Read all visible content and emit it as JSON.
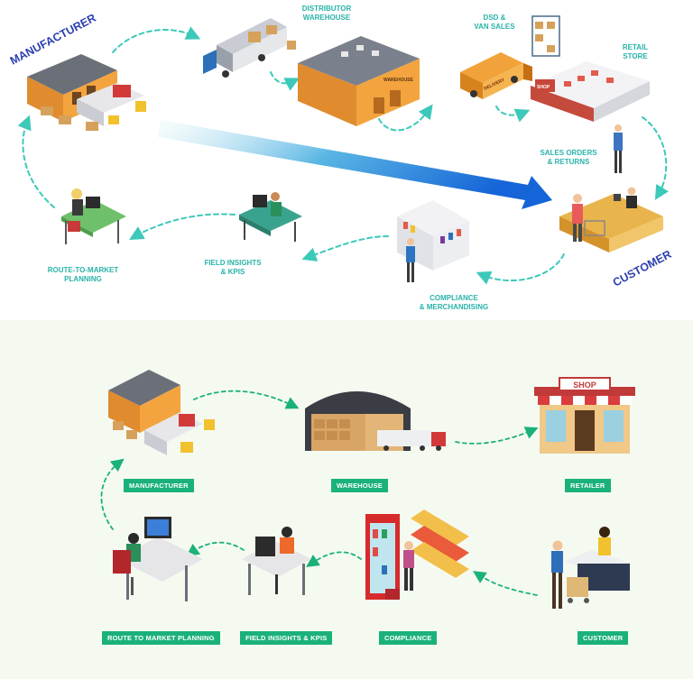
{
  "top_diagram": {
    "manufacturer": "MANUFACTURER",
    "customer": "CUSTOMER",
    "distributor_warehouse": [
      "DISTRIBUTOR",
      "WAREHOUSE"
    ],
    "dsd_van_sales": [
      "DSD &",
      "VAN SALES"
    ],
    "retail_store": [
      "RETAIL",
      "STORE"
    ],
    "sales_orders_returns": [
      "SALES ORDERS",
      "& RETURNS"
    ],
    "compliance_merchandising": [
      "COMPLIANCE",
      "& MERCHANDISING"
    ],
    "field_insights_kpis": [
      "FIELD INSIGHTS",
      "& KPIS"
    ],
    "route_to_market_planning": [
      "ROUTE-TO-MARKET",
      "PLANNING"
    ],
    "truck_text": "DELIVERY",
    "warehouse_sign": "WAREHOUSE",
    "store_sign": "SHOP"
  },
  "bottom_diagram": {
    "manufacturer": "MANUFACTURER",
    "warehouse": "WAREHOUSE",
    "retailer": "RETAILER",
    "route_to_market_planning": "ROUTE TO MARKET PLANNING",
    "field_insights_kpis": "FIELD INSIGHTS & KPIS",
    "compliance": "COMPLIANCE",
    "customer": "CUSTOMER",
    "shop_sign": "SHOP"
  },
  "colors": {
    "teal_arrow": "#3cc9b9",
    "label_teal": "#28b3aa",
    "label_blue": "#2a3fb0",
    "tag_green": "#1bb17a",
    "big_arrow_start": "#d9f3f5",
    "big_arrow_end": "#1565d8"
  }
}
